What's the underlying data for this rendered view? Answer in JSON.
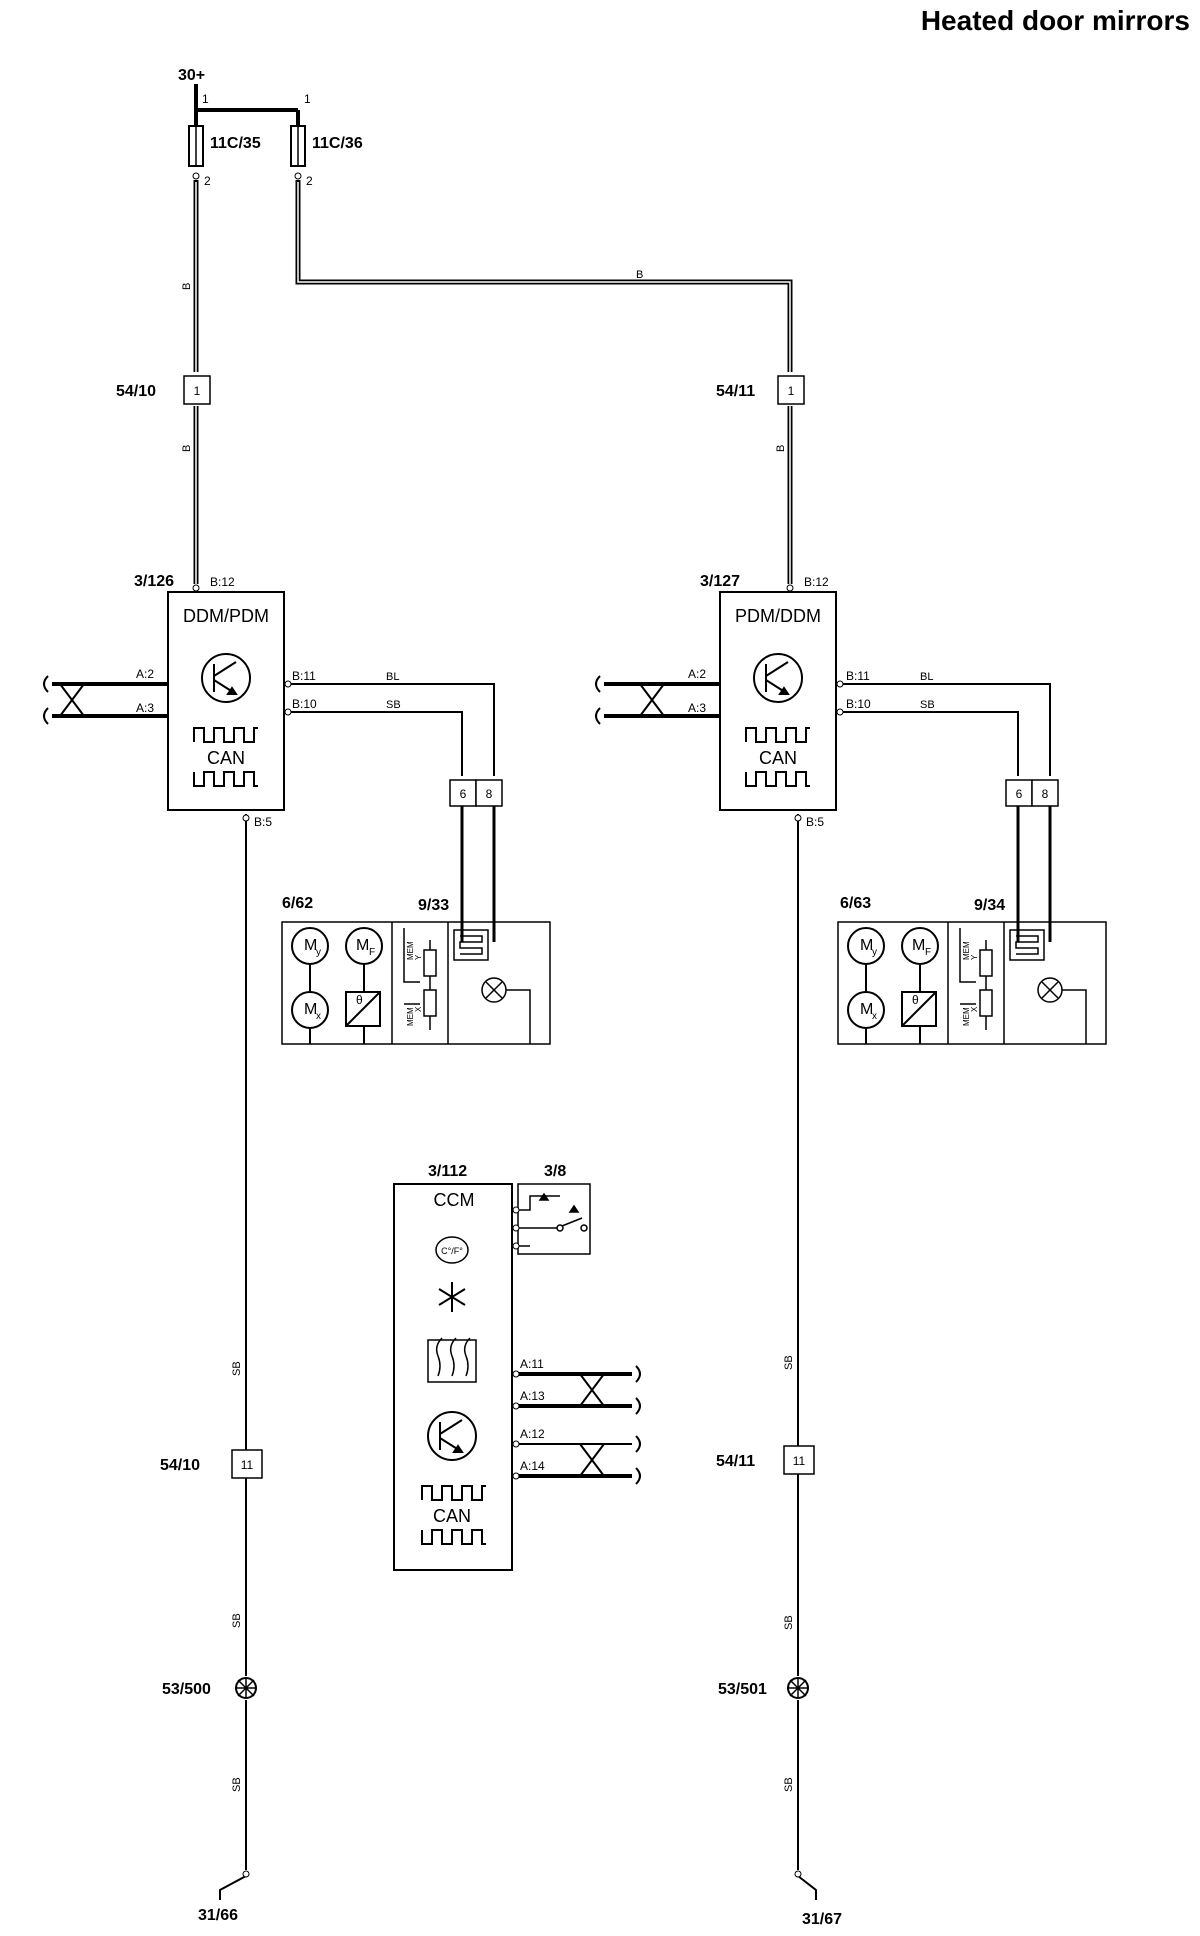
{
  "title": "Heated door mirrors",
  "power": "30+",
  "fuses": [
    {
      "label": "11C/35",
      "pin_in": "1",
      "pin_out": "2"
    },
    {
      "label": "11C/36",
      "pin_in": "1",
      "pin_out": "2"
    }
  ],
  "wire_colors": {
    "main": "B",
    "signal1": "BL",
    "signal2": "SB",
    "ground": "SB"
  },
  "connectors": {
    "left_top": {
      "label": "54/10",
      "pin": "1"
    },
    "right_top": {
      "label": "54/11",
      "pin": "1"
    },
    "left_bottom": {
      "label": "54/10",
      "pin": "11"
    },
    "right_bottom": {
      "label": "54/11",
      "pin": "11"
    },
    "left_mirror_pins": [
      "6",
      "8"
    ],
    "right_mirror_pins": [
      "6",
      "8"
    ]
  },
  "modules": {
    "left": {
      "id": "3/126",
      "name": "DDM/PDM",
      "pin_top": "B:12",
      "pin_a2": "A:2",
      "pin_a3": "A:3",
      "pin_b11": "B:11",
      "pin_b10": "B:10",
      "pin_b5": "B:5",
      "can": "CAN"
    },
    "right": {
      "id": "3/127",
      "name": "PDM/DDM",
      "pin_top": "B:12",
      "pin_a2": "A:2",
      "pin_a3": "A:3",
      "pin_b11": "B:11",
      "pin_b10": "B:10",
      "pin_b5": "B:5",
      "can": "CAN"
    },
    "ccm": {
      "id": "3/112",
      "name": "CCM",
      "can": "CAN",
      "temp": "C°/F°",
      "pins": [
        "A:11",
        "A:13",
        "A:12",
        "A:14"
      ]
    },
    "switch": {
      "id": "3/8"
    }
  },
  "mirrors": {
    "left": {
      "id": "6/62",
      "heater": "9/33"
    },
    "right": {
      "id": "6/63",
      "heater": "9/34"
    },
    "motors": {
      "m": "M",
      "y": "y",
      "f": "F",
      "x": "x",
      "theta": "θ",
      "mem": "MEM",
      "mem_y": "Y",
      "mem_x": "X"
    }
  },
  "grounds": {
    "left_splice": "53/500",
    "right_splice": "53/501",
    "left_ground": "31/66",
    "right_ground": "31/67"
  }
}
